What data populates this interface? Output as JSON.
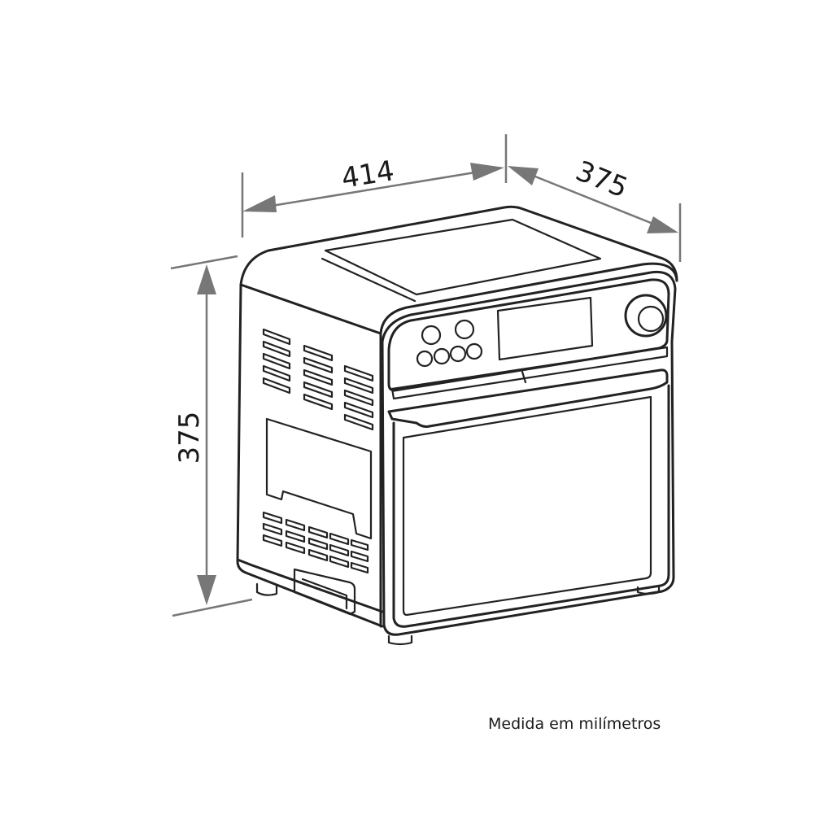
{
  "dimensions": {
    "width": "414",
    "depth": "375",
    "height": "375"
  },
  "caption": "Medida em milímetros",
  "colors": {
    "outline": "#222222",
    "dimension_line": "#777777",
    "background": "#ffffff"
  }
}
